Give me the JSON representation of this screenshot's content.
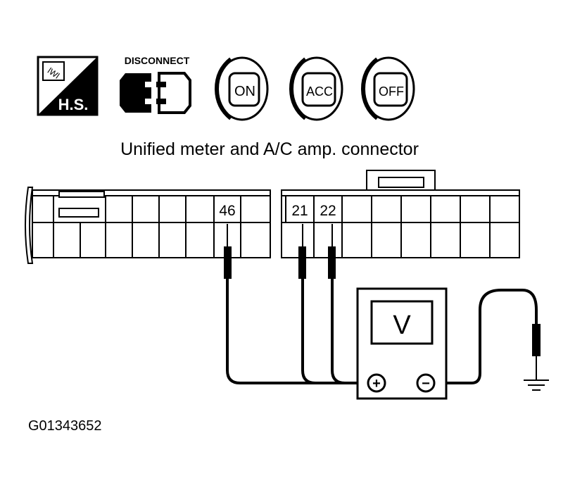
{
  "icons": {
    "hs_label": "H.S.",
    "disconnect_label": "DISCONNECT",
    "key_on": "ON",
    "key_acc": "ACC",
    "key_off": "OFF"
  },
  "title": "Unified meter and A/C amp. connector",
  "terminals": {
    "left": "46",
    "right_a": "21",
    "right_b": "22"
  },
  "meter": {
    "unit": "V",
    "plus": "+",
    "minus": "−"
  },
  "figure_id": "G01343652"
}
